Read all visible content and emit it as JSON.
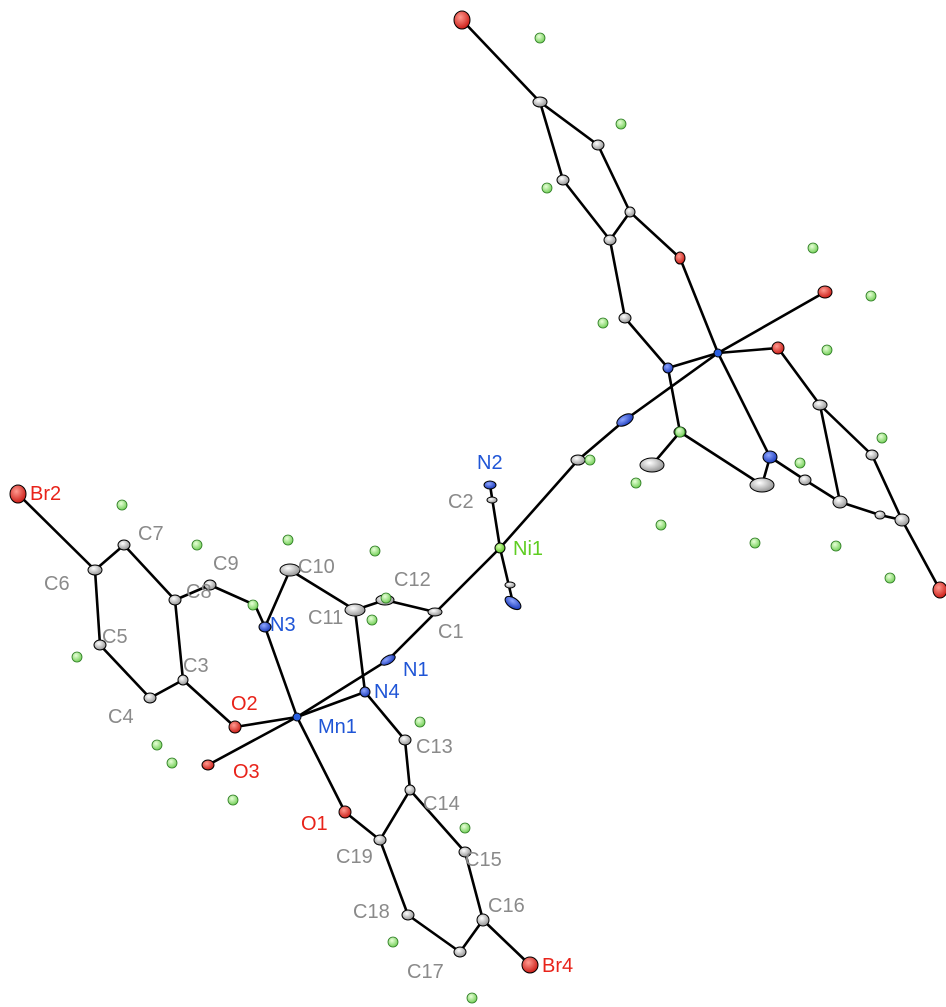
{
  "diagram": {
    "type": "ORTEP crystal structure",
    "colors": {
      "carbon": "#a8a8a8",
      "nitrogen": "#1d44d8",
      "oxygen": "#e0231c",
      "manganese": "#2060e0",
      "nickel": "#66dd22",
      "hydrogen": "#88e070",
      "bond": "#000000",
      "label_carbon": "#8a8a8a",
      "label_nitrogen": "#1f55d6",
      "label_oxygen": "#e8231a",
      "label_nickel": "#5fcd22"
    },
    "labels": {
      "Br2": "Br2",
      "C7": "C7",
      "C6": "C6",
      "C9": "C9",
      "C10": "C10",
      "C12": "C12",
      "N2": "N2",
      "C2": "C2",
      "Ni1": "Ni1",
      "C8": "C8",
      "N3": "N3",
      "C11": "C11",
      "C1": "C1",
      "C5": "C5",
      "C3": "C3",
      "N1": "N1",
      "N4": "N4",
      "O2": "O2",
      "C4": "C4",
      "Mn1": "Mn1",
      "C13": "C13",
      "O3": "O3",
      "C14": "C14",
      "O1": "O1",
      "C19": "C19",
      "C15": "C15",
      "C16": "C16",
      "C18": "C18",
      "C17": "C17",
      "Br4": "Br4"
    }
  }
}
